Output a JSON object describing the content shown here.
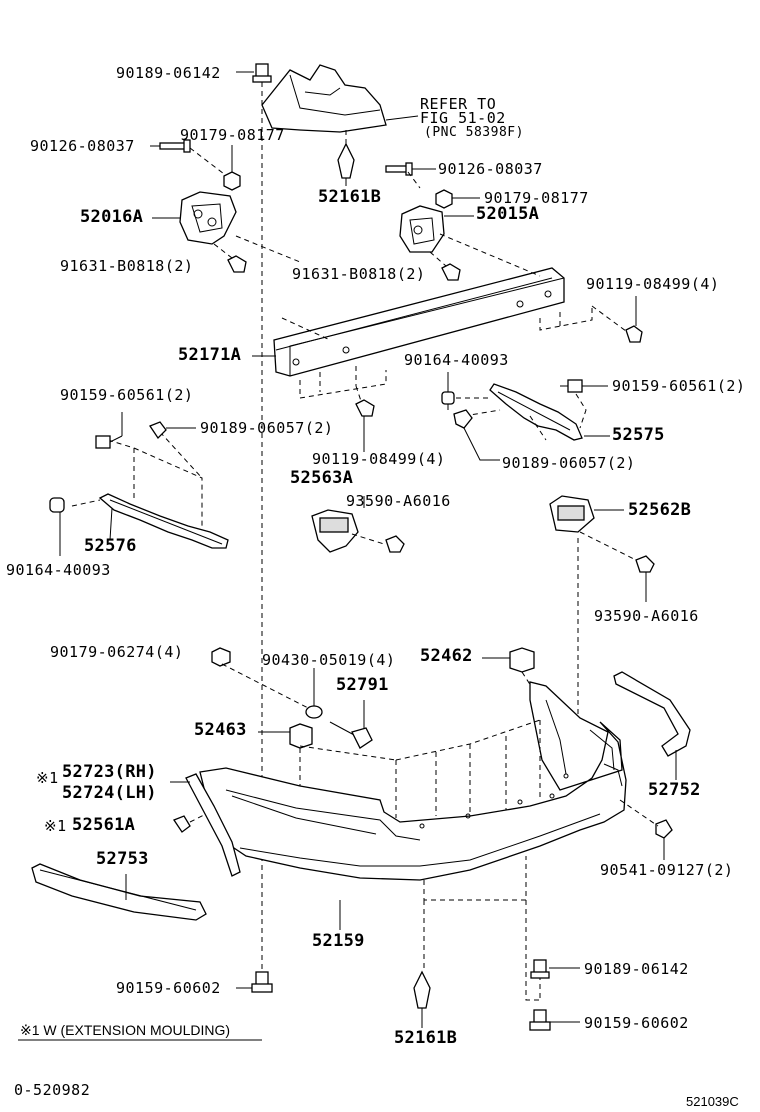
{
  "refer_note": {
    "line1": "REFER TO",
    "line2": "FIG 51-02",
    "line3": "(PNC 58398F)"
  },
  "parts": {
    "p90189_06142_top": "90189-06142",
    "p90126_08037_left": "90126-08037",
    "p90179_08177_left": "90179-08177",
    "p52016A": "52016A",
    "p91631_B0818_left": "91631-B0818(2)",
    "p52161B_top": "52161B",
    "p90126_08037_right": "90126-08037",
    "p90179_08177_right": "90179-08177",
    "p52015A": "52015A",
    "p91631_B0818_right": "91631-B0818(2)",
    "p90119_08499_right": "90119-08499(4)",
    "p52171A": "52171A",
    "p90164_40093_right": "90164-40093",
    "p90159_60561_right": "90159-60561(2)",
    "p90159_60561_left": "90159-60561(2)",
    "p90189_06057_left": "90189-06057(2)",
    "p52575": "52575",
    "p90119_08499_mid": "90119-08499(4)",
    "p90189_06057_right": "90189-06057(2)",
    "p52563A": "52563A",
    "p93590_A6016_left": "93590-A6016",
    "p52562B": "52562B",
    "p52576": "52576",
    "p90164_40093_left": "90164-40093",
    "p93590_A6016_right": "93590-A6016",
    "p90179_06274": "90179-06274(4)",
    "p90430_05019": "90430-05019(4)",
    "p52462": "52462",
    "p52791": "52791",
    "p52463": "52463",
    "p52723": "52723(RH)",
    "p52724": "52724(LH)",
    "p52752": "52752",
    "p52561A": "52561A",
    "p52753": "52753",
    "p90541_09127": "90541-09127(2)",
    "p52159": "52159",
    "p90189_06142_bottom": "90189-06142",
    "p90159_60602_left": "90159-60602",
    "p90159_60602_right": "90159-60602",
    "p52161B_bottom": "52161B"
  },
  "mark_note": "※1",
  "footnote": "※1 W (EXTENSION MOULDING)",
  "footer": {
    "left_code": "0-520982",
    "right_code": "521039C"
  }
}
